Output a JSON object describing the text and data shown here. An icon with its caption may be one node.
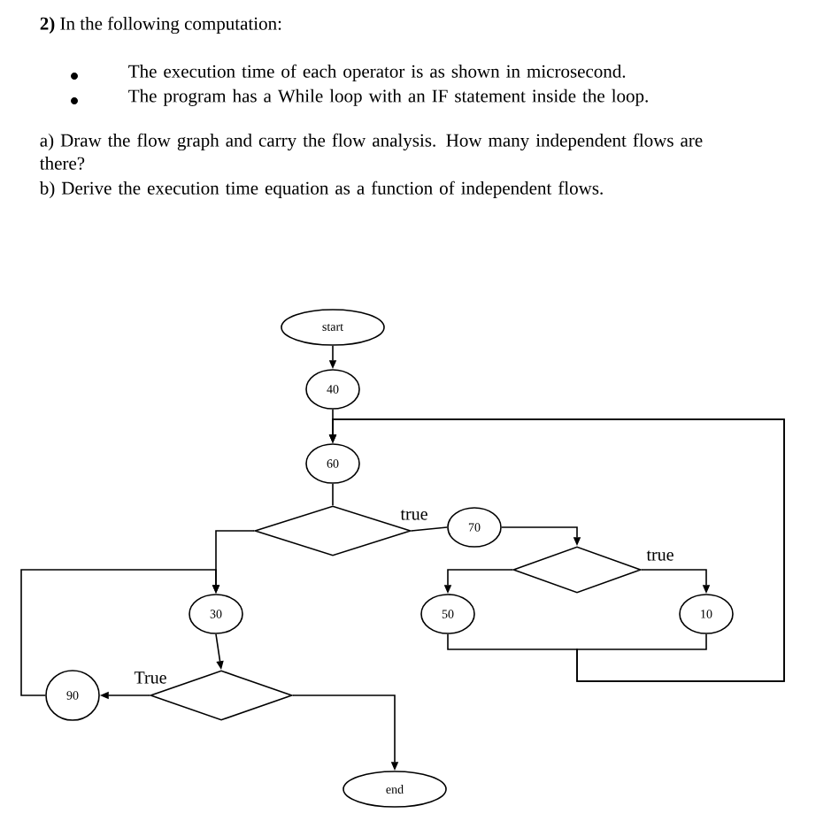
{
  "diagram": {
    "nodes": [
      {
        "text": [
          "start"
        ]
      },
      {
        "text": [
          "40"
        ]
      },
      {
        "text": [
          "60"
        ]
      },
      {
        "text": [],
        "shape": "diamond"
      },
      {
        "text": [
          "70"
        ]
      },
      {
        "text": [],
        "shape": "diamond"
      },
      {
        "text": [
          "30"
        ]
      },
      {
        "text": [
          "50"
        ]
      },
      {
        "text": [
          "10"
        ]
      },
      {
        "text": [],
        "shape": "diamond"
      },
      {
        "text": [
          "90"
        ]
      },
      {
        "text": [
          "end"
        ]
      }
    ],
    "edges": [
      {
        "from": 0,
        "to": 1,
        "arrow": "to"
      },
      {
        "from": 1,
        "to": 2,
        "arrow": "to"
      },
      {
        "from": 2,
        "to": 3,
        "arrow": "none"
      },
      {
        "from": 3,
        "to": 4,
        "arrow": "none",
        "label": "true"
      },
      {
        "from": 4,
        "to": 5,
        "arrow": "to"
      },
      {
        "from": 5,
        "to": 8,
        "arrow": "to",
        "label": "true"
      },
      {
        "from": 5,
        "to": 7,
        "arrow": "to"
      },
      {
        "from": 7,
        "to": 2,
        "arrow": "to"
      },
      {
        "from": 8,
        "to": 2,
        "arrow": "to"
      },
      {
        "from": 3,
        "to": 6,
        "arrow": "to"
      },
      {
        "from": 6,
        "to": 9,
        "arrow": "to"
      },
      {
        "from": 9,
        "to": 10,
        "arrow": "to",
        "label": "True"
      },
      {
        "from": 10,
        "to": 6,
        "arrow": "to"
      },
      {
        "from": 9,
        "to": 11,
        "arrow": "to"
      }
    ],
    "labels": [
      "**2)** In the following computation:",
      "The execution time of each operator is as shown in microsecond.",
      "The program has a While loop with an IF statement inside the loop.",
      "a) Draw the flow graph and carry the flow analysis. How many independent flows are there?",
      "b) Derive the execution time equation as a function of independent flows."
    ]
  }
}
